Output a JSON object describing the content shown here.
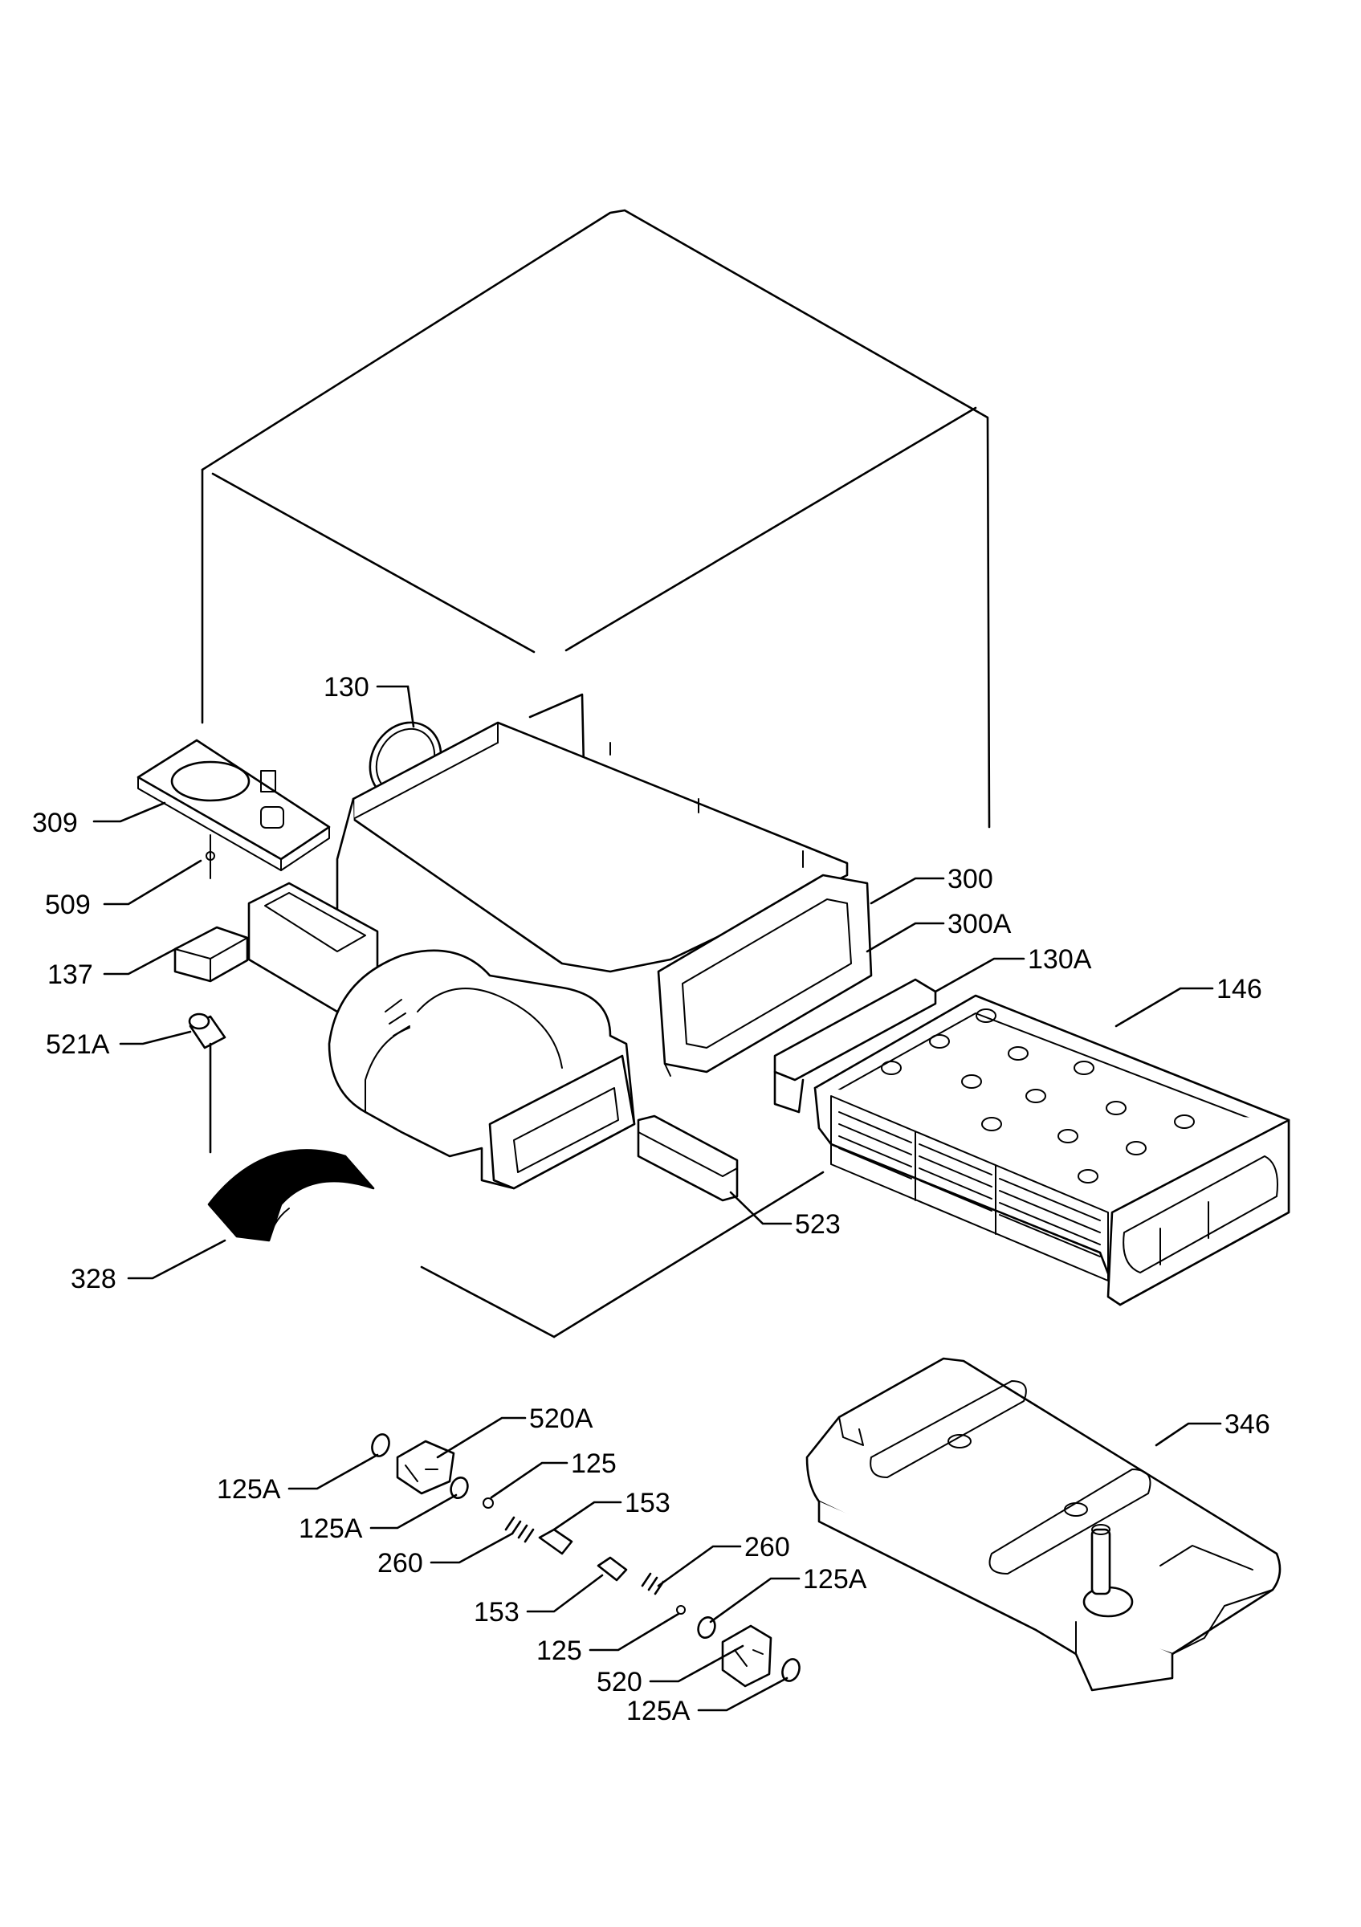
{
  "callouts": {
    "c130": "130",
    "c309": "309",
    "c509": "509",
    "c137": "137",
    "c521a": "521A",
    "c328": "328",
    "c300": "300",
    "c300a": "300A",
    "c130a": "130A",
    "c146": "146",
    "c523": "523",
    "c346": "346",
    "c520a": "520A",
    "c125a_1": "125A",
    "c125a_2": "125A",
    "c125_1": "125",
    "c153_1": "153",
    "c260_1": "260",
    "c260_2": "260",
    "c153_2": "153",
    "c125_2": "125",
    "c125a_3": "125A",
    "c520": "520",
    "c125a_4": "125A"
  }
}
